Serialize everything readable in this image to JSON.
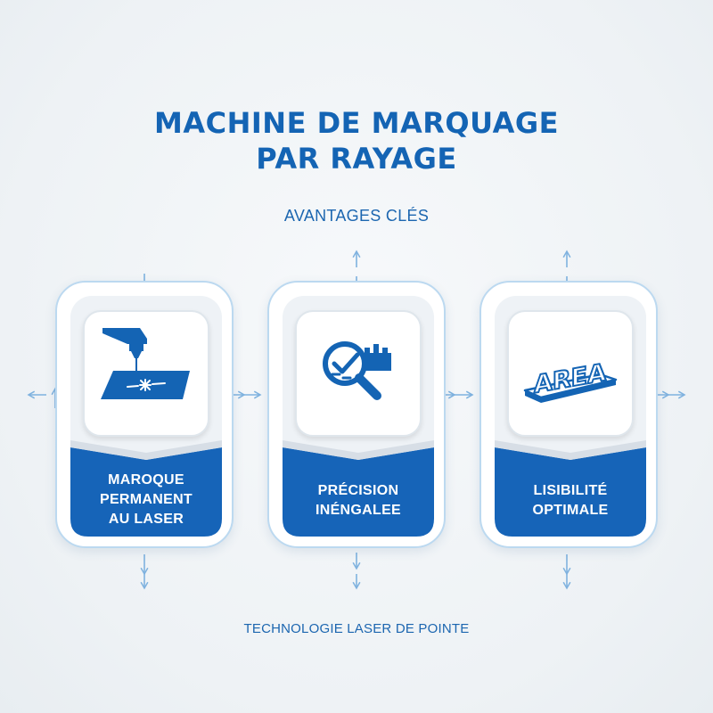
{
  "header": {
    "title_line1": "MACHINE DE MARQUAGE",
    "title_line2": "PAR RAYAGE",
    "subtitle": "AVANTAGES CLÉS"
  },
  "cards": [
    {
      "label_lines": [
        "MAROQUE",
        "PERMANENT",
        "AU LASER"
      ],
      "icon": "laser-marking-icon"
    },
    {
      "label_lines": [
        "PRÉCISION",
        "INÉNGALEE"
      ],
      "icon": "magnifier-check-icon"
    },
    {
      "label_lines": [
        "LISIBILITÉ",
        "OPTIMALE"
      ],
      "icon": "area-3d-text-icon"
    }
  ],
  "icon_text": {
    "area": "AREA"
  },
  "footer": "TECHNOLOGIE LASER DE POINTE",
  "colors": {
    "brand_blue": "#1464b4",
    "label_blue": "#1664b8",
    "card_border": "#bcd9f0",
    "arrow": "#7fb2df"
  }
}
